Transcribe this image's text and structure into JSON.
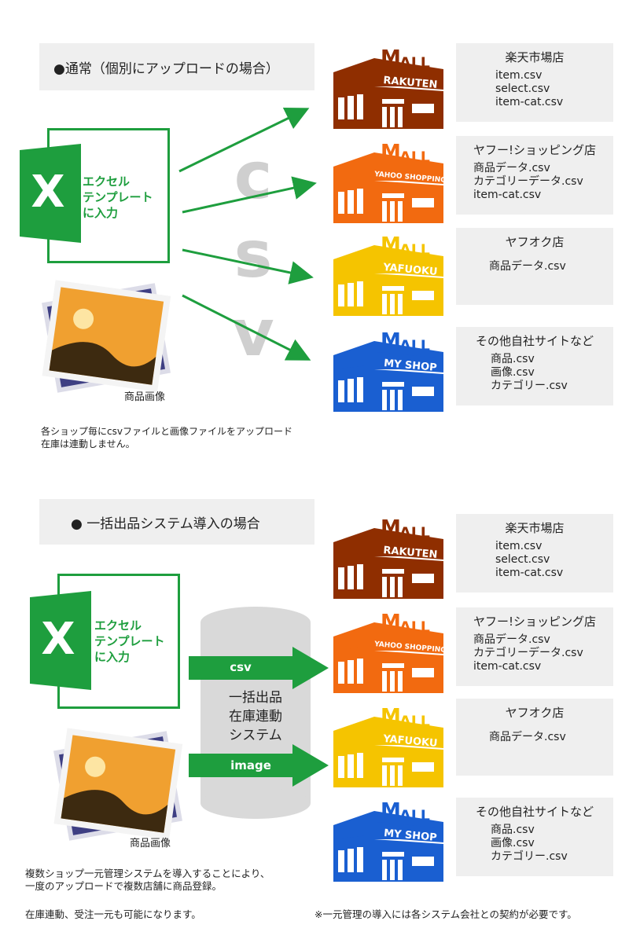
{
  "section1": {
    "title": "●通常（個別にアップロードの場合）",
    "excel_label": [
      "エクセル",
      "テンプレート",
      "に入力"
    ],
    "image_label": "商品画像",
    "csv_letters": [
      "c",
      "s",
      "v"
    ],
    "note": [
      "各ショップ毎にcsvファイルと画像ファイルをアップロード",
      "在庫は連動しません。"
    ]
  },
  "section2": {
    "title": "●  一括出品システム導入の場合",
    "excel_label": [
      "エクセル",
      "テンプレート",
      "に入力"
    ],
    "image_label": "商品画像",
    "arrow_csv": "csv",
    "arrow_image": "image",
    "system_label": [
      "一括出品",
      "在庫連動",
      "システム"
    ],
    "note": [
      "複数ショップ一元管理システムを導入することにより、",
      "一度のアップロードで複数店舗に商品登録。"
    ],
    "note2": "在庫連動、受注一元も可能になります。",
    "footnote": "※一元管理の導入には各システム会社との契約が必要です。"
  },
  "shops": [
    {
      "mall": "MALL",
      "sign": "RAKUTEN",
      "color": "#8f2e00",
      "name": "楽天市場店",
      "files": [
        "item.csv",
        "select.csv",
        "item-cat.csv"
      ]
    },
    {
      "mall": "MALL",
      "sign": "YAHOO SHOPPING",
      "color": "#f26a10",
      "name": "ヤフー!ショッピング店",
      "files": [
        "商品データ.csv",
        "カテゴリーデータ.csv",
        "item-cat.csv"
      ]
    },
    {
      "mall": "MALL",
      "sign": "YAFUOKU",
      "color": "#f5c400",
      "name": "ヤフオク店",
      "files": [
        "商品データ.csv"
      ]
    },
    {
      "mall": "MALL",
      "sign": "MY SHOP",
      "color": "#1a5fd1",
      "name": "その他自社サイトなど",
      "files": [
        "商品.csv",
        "画像.csv",
        "カテゴリー.csv"
      ]
    }
  ]
}
